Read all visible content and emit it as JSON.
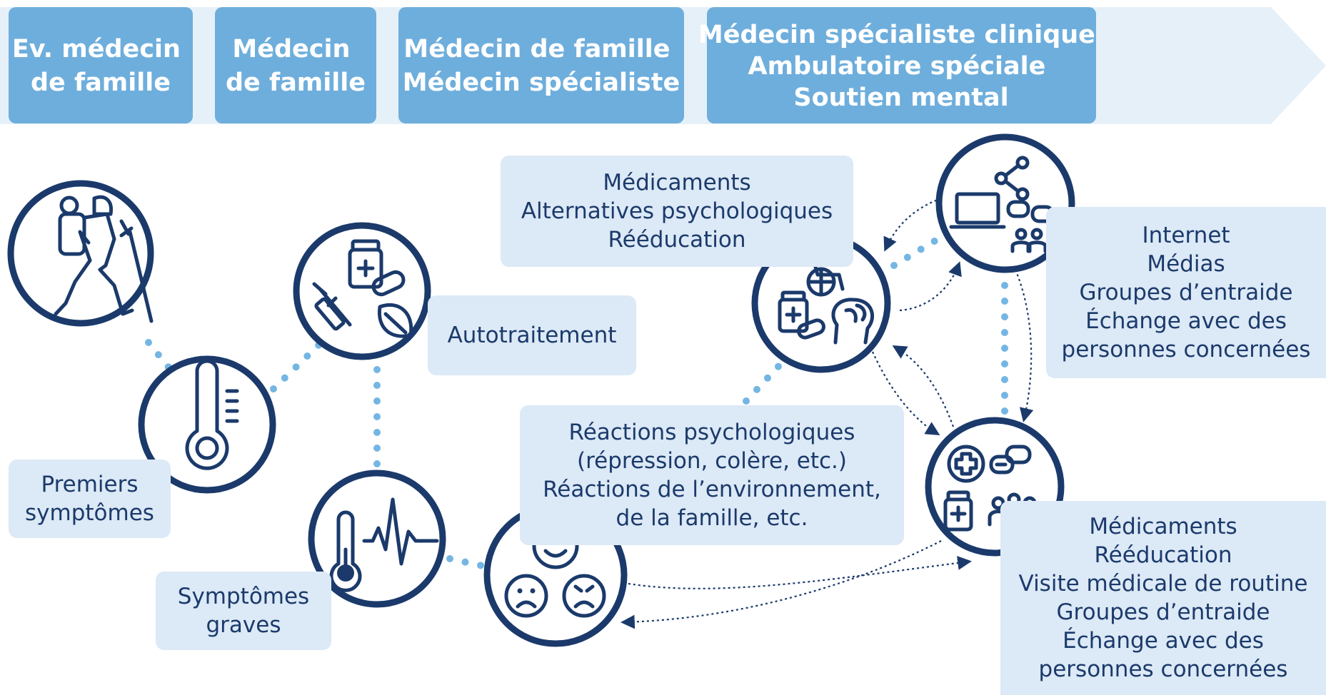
{
  "header": {
    "stages": [
      {
        "lines": [
          "Ev. médecin",
          "de famille"
        ]
      },
      {
        "lines": [
          "Médecin",
          "de famille"
        ]
      },
      {
        "lines": [
          "Médecin de famille",
          "Médecin spécialiste"
        ]
      },
      {
        "lines": [
          "Médecin spécialiste clinique",
          "Ambulatoire spéciale",
          "Soutien mental"
        ]
      }
    ]
  },
  "labels": {
    "autotraitement": [
      "Autotraitement"
    ],
    "premiers_symptomes": [
      "Premiers",
      "symptômes"
    ],
    "symptomes_graves": [
      "Symptômes",
      "graves"
    ],
    "medicaments_top": [
      "Médicaments",
      "Alternatives psychologiques",
      "Rééducation"
    ],
    "reactions": [
      "Réactions psychologiques",
      "(répression, colère, etc.)",
      "Réactions de l’environnement,",
      "de la famille, etc."
    ],
    "internet": [
      "Internet",
      "Médias",
      "Groupes d’entraide",
      "Échange avec des",
      "personnes concernées"
    ],
    "medicaments_bottom": [
      "Médicaments",
      "Rééducation",
      "Visite médicale de routine",
      "Groupes d’entraide",
      "Échange avec des",
      "personnes concernées"
    ]
  },
  "nodes": [
    {
      "id": "hiker",
      "icon": "hiker-icon"
    },
    {
      "id": "thermometer",
      "icon": "thermometer-icon"
    },
    {
      "id": "self-treatment",
      "icon": "medication-syringe-leaf-icon"
    },
    {
      "id": "severe",
      "icon": "thermometer-pulse-icon"
    },
    {
      "id": "emotions",
      "icon": "emotion-faces-icon"
    },
    {
      "id": "rehab",
      "icon": "wheelchair-brain-medication-icon"
    },
    {
      "id": "media",
      "icon": "laptop-share-chat-icon"
    },
    {
      "id": "care",
      "icon": "medical-cross-chat-group-icon"
    }
  ],
  "colors": {
    "dark_blue": "#1b3a6b",
    "header_blue": "#6eaedc",
    "band_light": "#e6f0f9",
    "label_bg": "#dce9f6",
    "dot_blue": "#74b6e3"
  }
}
